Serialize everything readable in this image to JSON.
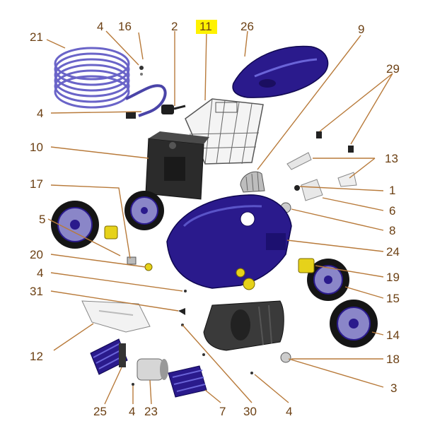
{
  "diagram": {
    "highlight_color": "#fff200",
    "label_color": "#6b3f12",
    "leader_color": "#b87a3a",
    "part_color_primary": "#2a1a8c",
    "part_color_dark": "#3a3a3a",
    "part_color_accent": "#e6d21a",
    "labels": {
      "l21": "21",
      "l4a": "4",
      "l16": "16",
      "l2": "2",
      "l11": "11",
      "l26": "26",
      "l9": "9",
      "l29": "29",
      "l4b": "4",
      "l10": "10",
      "l13": "13",
      "l17": "17",
      "l1": "1",
      "l5": "5",
      "l6": "6",
      "l8": "8",
      "l20": "20",
      "l24": "24",
      "l4c": "4",
      "l19": "19",
      "l31": "31",
      "l15": "15",
      "l14": "14",
      "l12": "12",
      "l18": "18",
      "l3": "3",
      "l25": "25",
      "l4d": "4",
      "l23": "23",
      "l7": "7",
      "l30": "30",
      "l4e": "4"
    },
    "highlighted_label": "l11"
  }
}
